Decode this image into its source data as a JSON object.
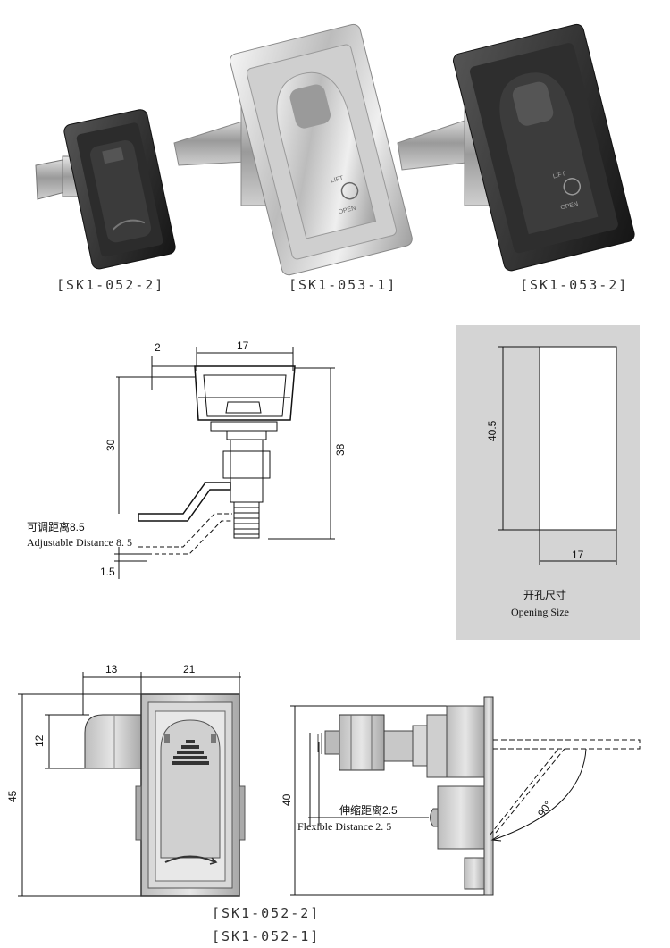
{
  "products": [
    {
      "code": "[SK1-052-2]"
    },
    {
      "code": "[SK1-053-1]",
      "lift": "LIFT",
      "open": "OPEN"
    },
    {
      "code": "[SK1-053-2]",
      "lift": "LIFT",
      "open": "OPEN"
    }
  ],
  "side_drawing": {
    "dim_top_offset": "2",
    "dim_width": "17",
    "dim_height_30": "30",
    "dim_height_38": "38",
    "adjustable_cn": "可调距离8.5",
    "adjustable_en": "Adjustable Distance  8. 5",
    "dim_1_5": "1.5"
  },
  "opening_size": {
    "height": "40.5",
    "width": "17",
    "label_cn": "开孔尺寸",
    "label_en": "Opening Size"
  },
  "front_drawing": {
    "dim_13": "13",
    "dim_21": "21",
    "dim_12": "12",
    "dim_45": "45"
  },
  "profile_drawing": {
    "dim_40": "40",
    "flexible_cn": "伸缩距离2.5",
    "flexible_en": "Flexible Distance  2. 5",
    "angle": "90°"
  },
  "bottom_codes": [
    "[SK1-052-2]",
    "[SK1-052-1]"
  ],
  "colors": {
    "chrome": "#d9d9d9",
    "black_finish": "#2a2a2a",
    "panel_gray": "#d4d4d4"
  }
}
